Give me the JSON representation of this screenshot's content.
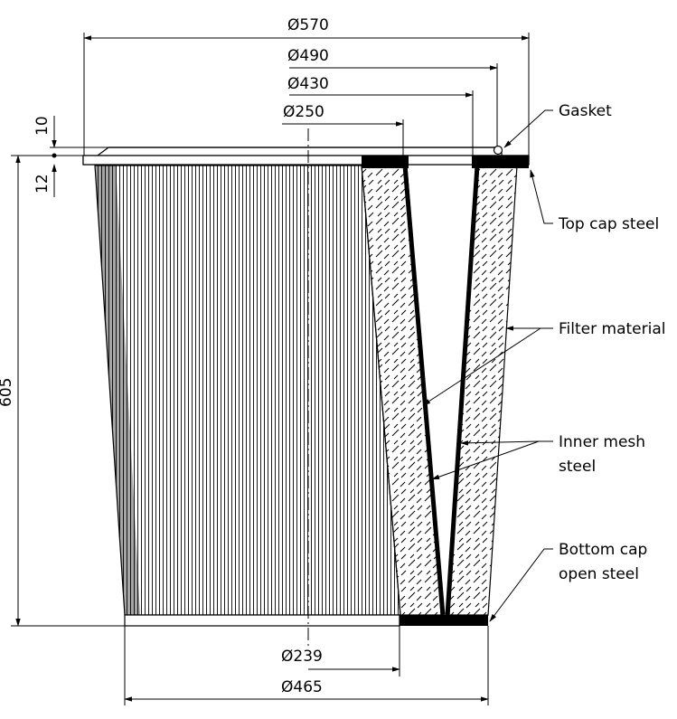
{
  "dimensions": {
    "top_outer": "Ø570",
    "top_gasket": "Ø490",
    "top_inner_cap": "Ø430",
    "top_opening": "Ø250",
    "bottom_inner": "Ø239",
    "bottom_outer": "Ø465",
    "height": "605",
    "cap_thickness_top": "10",
    "cap_thickness_bottom": "12"
  },
  "labels": {
    "gasket": "Gasket",
    "top_cap": "Top cap steel",
    "filter_material": "Filter material",
    "inner_mesh_line1": "Inner mesh",
    "inner_mesh_line2": "steel",
    "bottom_cap_line1": "Bottom cap",
    "bottom_cap_line2": "open steel"
  }
}
